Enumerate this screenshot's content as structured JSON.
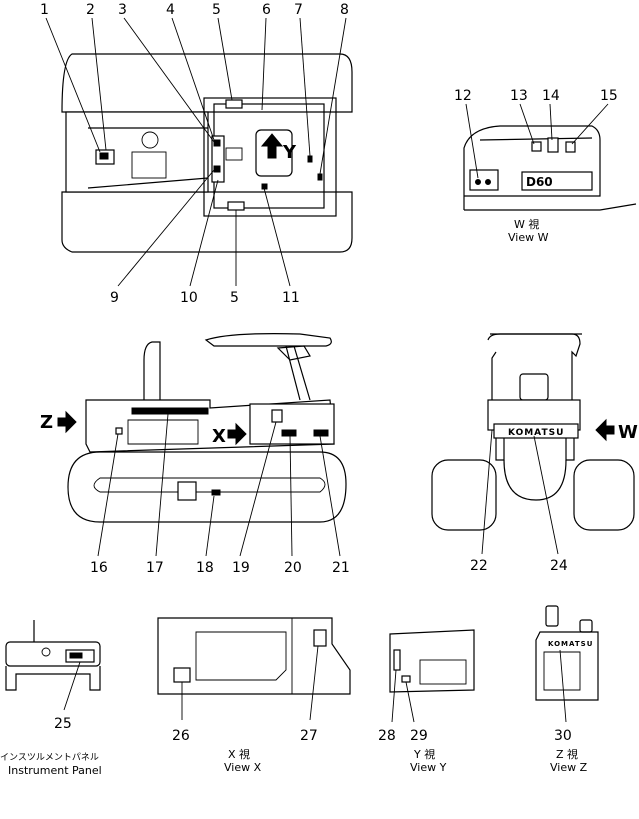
{
  "callouts": {
    "n1": "1",
    "n2": "2",
    "n3": "3",
    "n4": "4",
    "n5a": "5",
    "n6": "6",
    "n7": "7",
    "n8": "8",
    "n9": "9",
    "n10": "10",
    "n5b": "5",
    "n11": "11",
    "n12": "12",
    "n13": "13",
    "n14": "14",
    "n15": "15",
    "n16": "16",
    "n17": "17",
    "n18": "18",
    "n19": "19",
    "n20": "20",
    "n21": "21",
    "n22": "22",
    "n24": "24",
    "n25": "25",
    "n26": "26",
    "n27": "27",
    "n28": "28",
    "n29": "29",
    "n30": "30"
  },
  "arrows": {
    "z": "Z",
    "x": "X",
    "w": "W",
    "y": "Y"
  },
  "labels": {
    "d60": "D60",
    "komatsu_front": "KOMATSU",
    "komatsu_z": "KOMATSU"
  },
  "captions": {
    "view_w_jp": "W 視",
    "view_w": "View W",
    "instrument_jp": "インスツルメントパネル",
    "instrument": "Instrument Panel",
    "view_x_jp": "X 視",
    "view_x": "View X",
    "view_y_jp": "Y 視",
    "view_y": "View Y",
    "view_z_jp": "Z 視",
    "view_z": "View Z"
  }
}
